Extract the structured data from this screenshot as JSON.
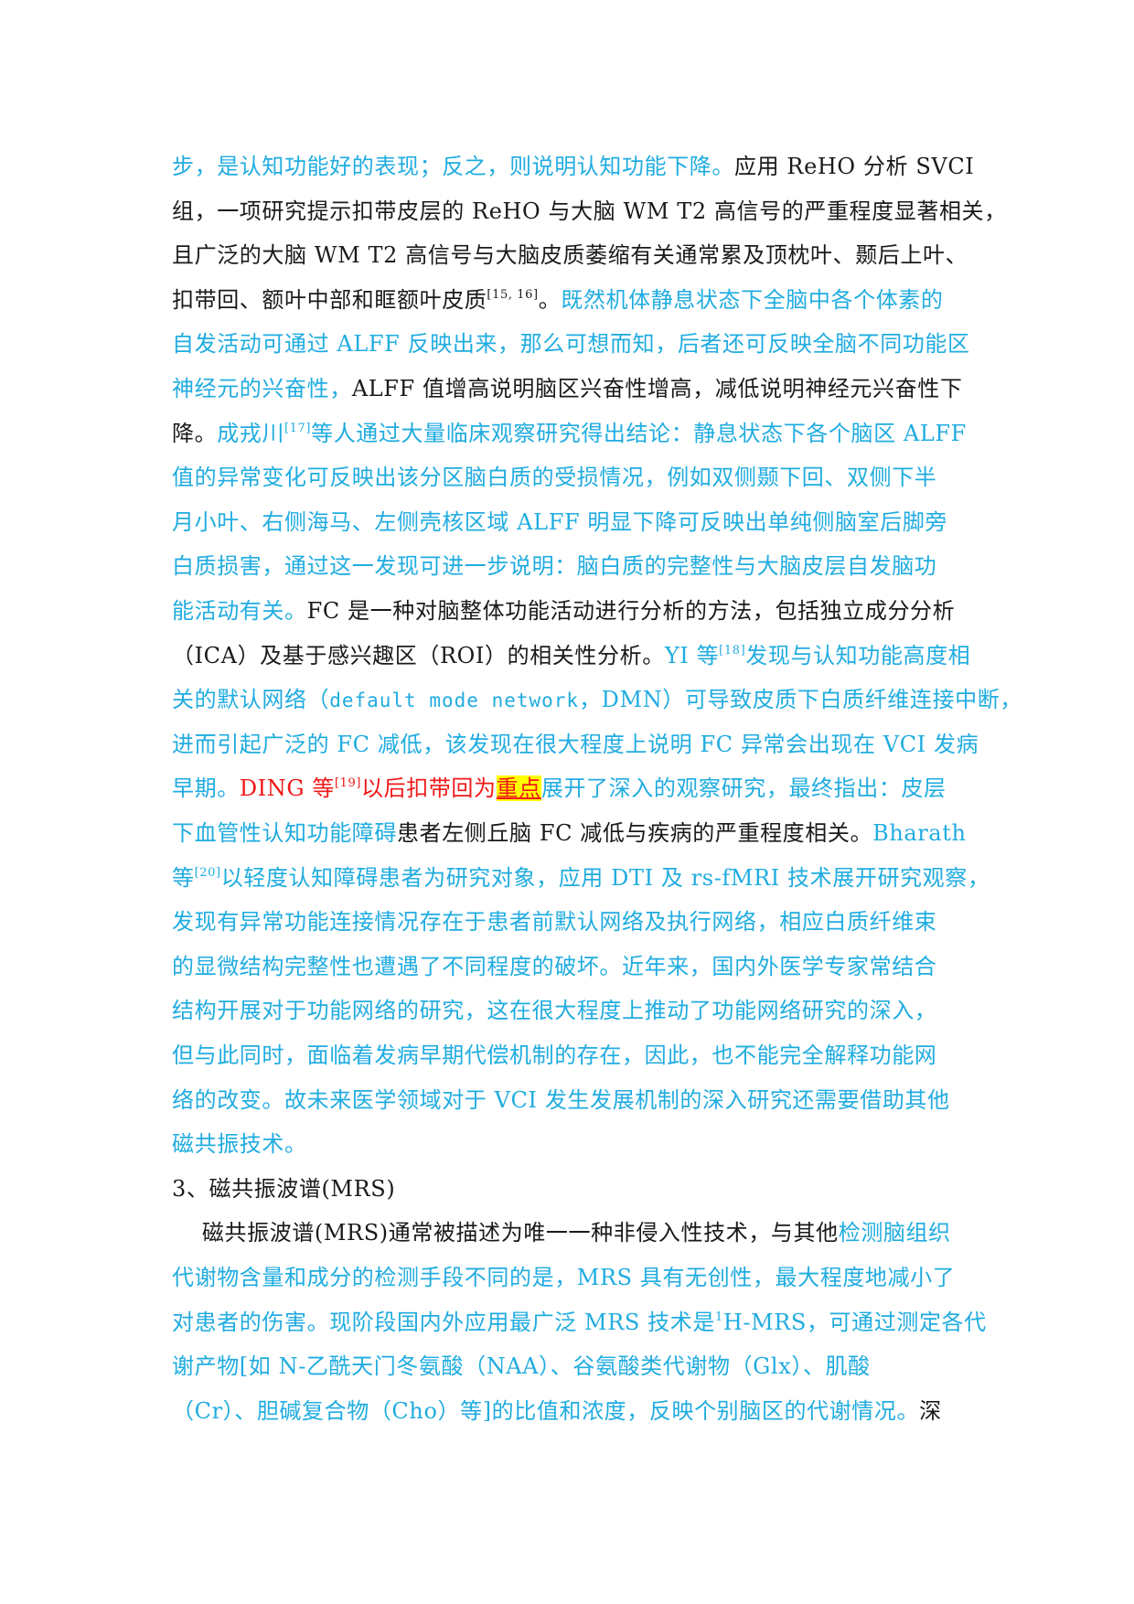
{
  "colors": {
    "text": "#1a1a1a",
    "highlight_blue": "#20ace0",
    "emphasis_red": "#f01818",
    "highlight_yellow": "#ffff00"
  },
  "lines": [
    [
      {
        "c": "blu",
        "t": "步，是认知功能好的表现；反之，则说明认知功能下降。"
      },
      {
        "c": "blk",
        "t": "应用 ReHO 分析 SVCI"
      }
    ],
    [
      {
        "c": "blk",
        "t": "组，一项研究提示扣带皮层的 ReHO 与大脑 WM  T2 高信号的严重程度显著相关，"
      }
    ],
    [
      {
        "c": "blk",
        "t": "且广泛的大脑 WM  T2 高信号与大脑皮质萎缩有关通常累及顶枕叶、颞后上叶、"
      }
    ],
    [
      {
        "c": "blk",
        "t": "扣带回、额叶中部和眶额叶皮质"
      },
      {
        "c": "blk",
        "sup": "[15, 16]"
      },
      {
        "c": "blk",
        "t": "。"
      },
      {
        "c": "blu",
        "t": "既然机体静息状态下全脑中各个体素的"
      }
    ],
    [
      {
        "c": "blu",
        "t": "自发活动可通过 ALFF 反映出来，那么可想而知，后者还可反映全脑不同功能区"
      }
    ],
    [
      {
        "c": "blu",
        "t": "神经元的兴奋性，"
      },
      {
        "c": "blk",
        "t": "ALFF 值增高说明脑区兴奋性增高，减低说明神经元兴奋性下"
      }
    ],
    [
      {
        "c": "blk",
        "t": "降。"
      },
      {
        "c": "blu",
        "t": "成戎川"
      },
      {
        "c": "blu",
        "sup": "[17]"
      },
      {
        "c": "blu",
        "t": "等人通过大量临床观察研究得出结论：静息状态下各个脑区 ALFF"
      }
    ],
    [
      {
        "c": "blu",
        "t": "值的异常变化可反映出该分区脑白质的受损情况，例如双侧颞下回、双侧下半"
      }
    ],
    [
      {
        "c": "blu",
        "t": "月小叶、右侧海马、左侧壳核区域  ALFF 明显下降可反映出单纯侧脑室后脚旁"
      }
    ],
    [
      {
        "c": "blu",
        "t": "白质损害，通过这一发现可进一步说明：脑白质的完整性与大脑皮层自发脑功"
      }
    ],
    [
      {
        "c": "blu",
        "t": "能活动有关。"
      },
      {
        "c": "blk",
        "t": "FC 是一种对脑整体功能活动进行分析的方法，包括独立成分分析"
      }
    ],
    [
      {
        "c": "blk",
        "t": "（ICA）及基于感兴趣区（ROI）的相关性分析。"
      },
      {
        "c": "blu",
        "t": "YI 等"
      },
      {
        "c": "blu",
        "sup": "[18]"
      },
      {
        "c": "blu",
        "t": "发现与认知功能高度相"
      }
    ],
    [
      {
        "c": "blu",
        "t": "关的默认网络（"
      },
      {
        "c": "blu",
        "mono": true,
        "t": "default mode network"
      },
      {
        "c": "blu",
        "t": "，DMN）可导致皮质下白质纤维连接中断，"
      }
    ],
    [
      {
        "c": "blu",
        "t": "进而引起广泛的 FC 减低，该发现在很大程度上说明 FC 异常会出现在 VCI 发病"
      }
    ],
    [
      {
        "c": "blu",
        "t": "早期。"
      },
      {
        "c": "red",
        "t": "DING 等"
      },
      {
        "c": "red",
        "sup": "[19]"
      },
      {
        "c": "red",
        "t": "以后扣带回为"
      },
      {
        "c": "red",
        "hl": true,
        "t": "重点"
      },
      {
        "c": "blu",
        "t": "展开了深入的观察研究，最终指出：皮层"
      }
    ],
    [
      {
        "c": "blu",
        "t": "下血管性认知功能障碍"
      },
      {
        "c": "blk",
        "t": "患者左侧丘脑 FC 减低与疾病的严重程度相关。"
      },
      {
        "c": "blu",
        "t": "Bharath"
      }
    ],
    [
      {
        "c": "blu",
        "t": "等"
      },
      {
        "c": "blu",
        "sup": "[20]"
      },
      {
        "c": "blu",
        "t": "以轻度认知障碍患者为研究对象，应用 DTI 及  rs-fMRI  技术展开研究观察，"
      }
    ],
    [
      {
        "c": "blu",
        "t": "发现有异常功能连接情况存在于患者前默认网络及执行网络，相应白质纤维束"
      }
    ],
    [
      {
        "c": "blu",
        "t": "的显微结构完整性也遭遇了不同程度的破坏。近年来，国内外医学专家常结合"
      }
    ],
    [
      {
        "c": "blu",
        "t": "结构开展对于功能网络的研究，这在很大程度上推动了功能网络研究的深入，"
      }
    ],
    [
      {
        "c": "blu",
        "t": "但与此同时，面临着发病早期代偿机制的存在，因此，也不能完全解释功能网"
      }
    ],
    [
      {
        "c": "blu",
        "t": "络的改变。故未来医学领域对于 VCI 发生发展机制的深入研究还需要借助其他"
      }
    ],
    [
      {
        "c": "blu",
        "t": "磁共振技术。"
      }
    ],
    [
      {
        "c": "blk",
        "t": "3、磁共振波谱(MRS)"
      }
    ],
    [
      {
        "c": "blk",
        "t": "    磁共振波谱(MRS)通常被描述为唯一一种非侵入性技术，与其他"
      },
      {
        "c": "blu",
        "t": "检测脑组织"
      }
    ],
    [
      {
        "c": "blu",
        "t": "代谢物含量和成分的检测手段不同的是，MRS 具有无创性，最大程度地减小了"
      }
    ],
    [
      {
        "c": "blu",
        "t": "对患者的伤害。现阶段国内外应用最广泛 MRS 技术是"
      },
      {
        "c": "blu",
        "sup": "1"
      },
      {
        "c": "blu",
        "t": "H-MRS，可通过测定各代"
      }
    ],
    [
      {
        "c": "blu",
        "t": "谢产物[如 N-乙酰天门冬氨酸（NAA）、谷氨酸类代谢物（Glx）、肌酸"
      }
    ],
    [
      {
        "c": "blu",
        "t": "（Cr）、胆碱复合物（Cho）等]的比值和浓度，反映个别脑区的代谢情况。"
      },
      {
        "c": "blk",
        "t": "深"
      }
    ]
  ]
}
